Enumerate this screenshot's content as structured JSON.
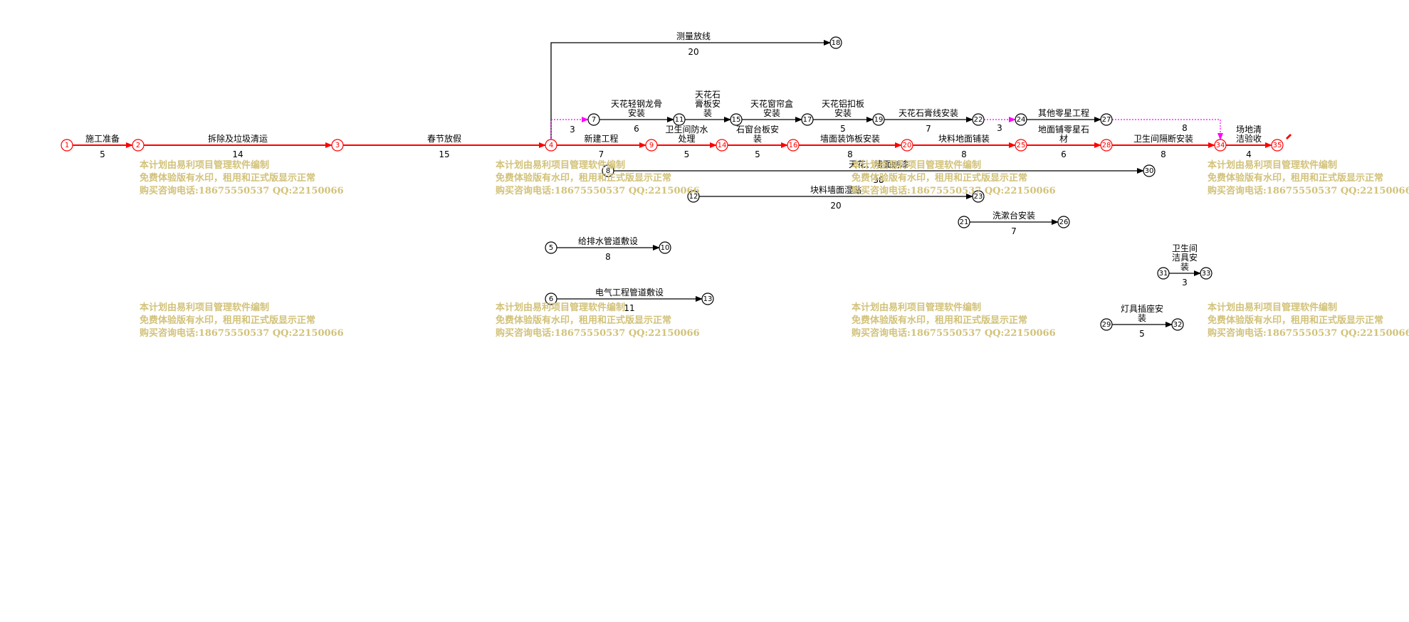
{
  "colors": {
    "critical": "#ff0000",
    "normal": "#000000",
    "dummy": "#ff00ff",
    "watermark": "#d2c27a"
  },
  "nodes": [
    {
      "id": "1"
    },
    {
      "id": "2"
    },
    {
      "id": "3"
    },
    {
      "id": "4"
    },
    {
      "id": "5"
    },
    {
      "id": "6"
    },
    {
      "id": "7"
    },
    {
      "id": "8"
    },
    {
      "id": "9"
    },
    {
      "id": "10"
    },
    {
      "id": "11"
    },
    {
      "id": "12"
    },
    {
      "id": "13"
    },
    {
      "id": "14"
    },
    {
      "id": "15"
    },
    {
      "id": "16"
    },
    {
      "id": "17"
    },
    {
      "id": "18"
    },
    {
      "id": "19"
    },
    {
      "id": "20"
    },
    {
      "id": "21"
    },
    {
      "id": "22"
    },
    {
      "id": "23"
    },
    {
      "id": "24"
    },
    {
      "id": "25"
    },
    {
      "id": "26"
    },
    {
      "id": "27"
    },
    {
      "id": "28"
    },
    {
      "id": "29"
    },
    {
      "id": "30"
    },
    {
      "id": "31"
    },
    {
      "id": "32"
    },
    {
      "id": "33"
    },
    {
      "id": "34"
    },
    {
      "id": "35"
    }
  ],
  "activities": [
    {
      "from": "1",
      "to": "2",
      "name": "施工准备",
      "duration": "5",
      "critical": true
    },
    {
      "from": "2",
      "to": "3",
      "name": "拆除及垃圾清运",
      "duration": "14",
      "critical": true
    },
    {
      "from": "3",
      "to": "4",
      "name": "春节放假",
      "duration": "15",
      "critical": true
    },
    {
      "from": "4",
      "to": "9",
      "name": "新建工程",
      "duration": "7",
      "critical": true
    },
    {
      "from": "9",
      "to": "14",
      "name": "卫生间防水处理",
      "duration": "5",
      "critical": true
    },
    {
      "from": "14",
      "to": "16",
      "name": "石窗台板安装",
      "duration": "5",
      "critical": true
    },
    {
      "from": "16",
      "to": "20",
      "name": "墙面装饰板安装",
      "duration": "8",
      "critical": true
    },
    {
      "from": "20",
      "to": "25",
      "name": "块料地面铺装",
      "duration": "8",
      "critical": true
    },
    {
      "from": "25",
      "to": "28",
      "name": "地面铺零星石材",
      "duration": "6",
      "critical": true
    },
    {
      "from": "28",
      "to": "34",
      "name": "卫生间隔断安装",
      "duration": "8",
      "critical": true
    },
    {
      "from": "34",
      "to": "35",
      "name": "场地清洁验收",
      "duration": "4",
      "critical": true
    },
    {
      "from": "4",
      "to": "18",
      "name": "测量放线",
      "duration": "20",
      "critical": false
    },
    {
      "from": "7",
      "to": "11",
      "name": "天花轻钢龙骨安装",
      "duration": "6",
      "critical": false
    },
    {
      "from": "11",
      "to": "15",
      "name": "天花石膏板安装",
      "duration": "",
      "critical": false
    },
    {
      "from": "15",
      "to": "17",
      "name": "天花窗帘盒安装",
      "duration": "",
      "critical": false
    },
    {
      "from": "17",
      "to": "19",
      "name": "天花铝扣板安装",
      "duration": "5",
      "critical": false
    },
    {
      "from": "19",
      "to": "22",
      "name": "天花石膏线安装",
      "duration": "7",
      "critical": false
    },
    {
      "from": "24",
      "to": "27",
      "name": "其他零星工程",
      "duration": "",
      "critical": false
    },
    {
      "from": "8",
      "to": "30",
      "name": "天花、墙面刷漆",
      "duration": "38",
      "critical": false
    },
    {
      "from": "12",
      "to": "23",
      "name": "块料墙面湿贴",
      "duration": "20",
      "critical": false
    },
    {
      "from": "21",
      "to": "26",
      "name": "洗漱台安装",
      "duration": "7",
      "critical": false
    },
    {
      "from": "5",
      "to": "10",
      "name": "给排水管道敷设",
      "duration": "8",
      "critical": false
    },
    {
      "from": "6",
      "to": "13",
      "name": "电气工程管道敷设",
      "duration": "11",
      "critical": false
    },
    {
      "from": "31",
      "to": "33",
      "name": "卫生间洁具安装",
      "duration": "3",
      "critical": false
    },
    {
      "from": "29",
      "to": "32",
      "name": "灯具插座安装",
      "duration": "5",
      "critical": false
    }
  ],
  "dummies": [
    {
      "from": "4",
      "to": "7",
      "duration": "3"
    },
    {
      "from": "22",
      "to": "24",
      "duration": "3"
    },
    {
      "from": "27",
      "to": "34",
      "duration": "8"
    }
  ],
  "watermark": {
    "line1": "本计划由易利项目管理软件编制",
    "line2": "免费体验版有水印，租用和正式版显示正常",
    "line3": "购买咨询电话:18675550537 QQ:22150066"
  }
}
